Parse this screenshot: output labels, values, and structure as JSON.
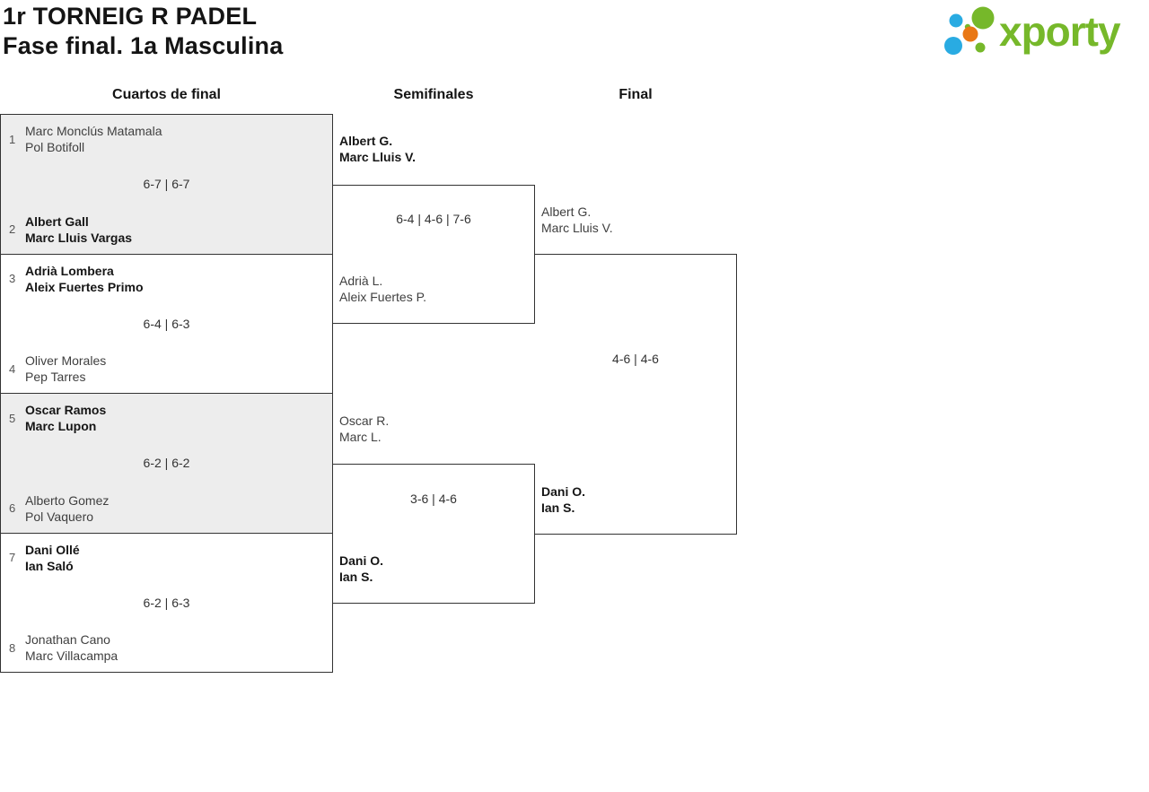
{
  "header": {
    "title_line1": "1r TORNEIG R PADEL",
    "title_line2": "Fase final. 1a Masculina",
    "logo_text": "xporty"
  },
  "logo_colors": {
    "green": "#76b82a",
    "blue": "#29abe2",
    "orange": "#e97714"
  },
  "rounds": [
    "Cuartos de final",
    "Semifinales",
    "Final"
  ],
  "quarterfinals": [
    {
      "seed_top": "1",
      "top_line1": "Marc Monclús Matamala",
      "top_line2": "Pol Botifoll",
      "score": "6-7 | 6-7",
      "seed_bottom": "2",
      "bottom_line1": "Albert Gall",
      "bottom_line2": "Marc Lluis Vargas",
      "winner": "bottom"
    },
    {
      "seed_top": "3",
      "top_line1": "Adrià Lombera",
      "top_line2": "Aleix Fuertes Primo",
      "score": "6-4 | 6-3",
      "seed_bottom": "4",
      "bottom_line1": "Oliver Morales",
      "bottom_line2": "Pep Tarres",
      "winner": "top"
    },
    {
      "seed_top": "5",
      "top_line1": "Oscar Ramos",
      "top_line2": "Marc Lupon",
      "score": "6-2 | 6-2",
      "seed_bottom": "6",
      "bottom_line1": "Alberto Gomez",
      "bottom_line2": "Pol Vaquero",
      "winner": "top"
    },
    {
      "seed_top": "7",
      "top_line1": "Dani Ollé",
      "top_line2": "Ian Saló",
      "score": "6-2 | 6-3",
      "seed_bottom": "8",
      "bottom_line1": "Jonathan Cano",
      "bottom_line2": "Marc Villacampa",
      "winner": "top"
    }
  ],
  "semifinals": [
    {
      "top_line1": "Albert G.",
      "top_line2": "Marc Lluis V.",
      "score": "6-4 | 4-6 | 7-6",
      "bottom_line1": "Adrià L.",
      "bottom_line2": "Aleix Fuertes P.",
      "winner": "top"
    },
    {
      "top_line1": "Oscar R.",
      "top_line2": "Marc L.",
      "score": "3-6 | 4-6",
      "bottom_line1": "Dani O.",
      "bottom_line2": "Ian S.",
      "winner": "bottom"
    }
  ],
  "final": {
    "top_line1": "Albert G.",
    "top_line2": "Marc Lluis V.",
    "score": "4-6 | 4-6",
    "bottom_line1": "Dani O.",
    "bottom_line2": "Ian S.",
    "winner": "bottom"
  }
}
